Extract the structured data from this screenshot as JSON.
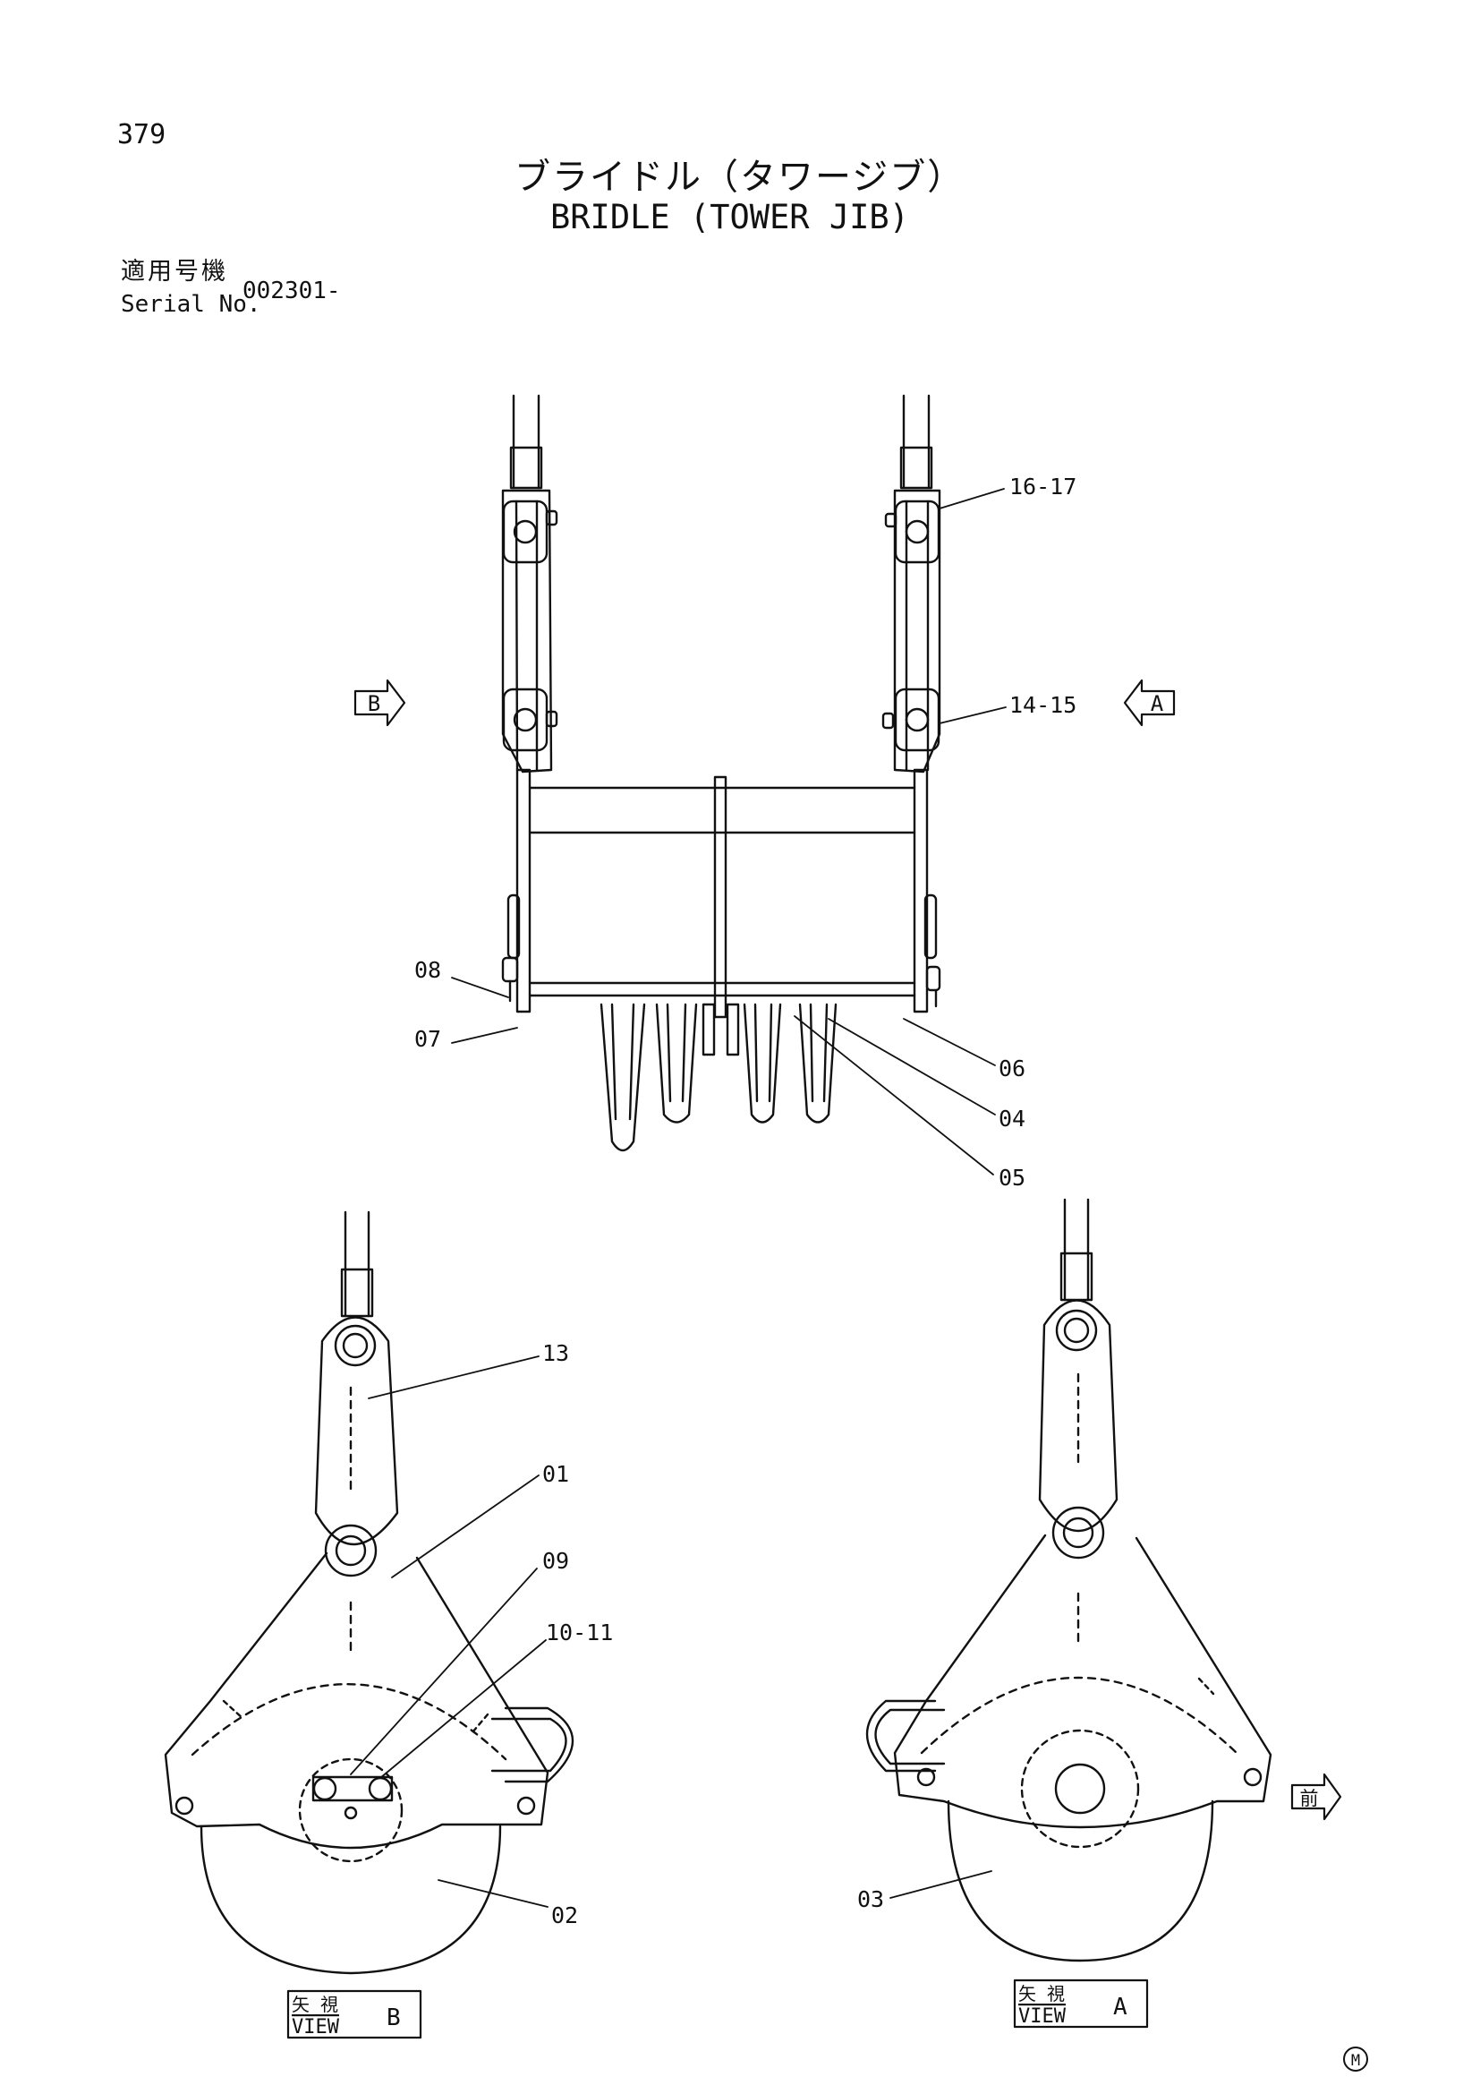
{
  "page_number": "379",
  "title_jp": "ブライドル（タワージブ）",
  "title_en": "BRIDLE (TOWER JIB)",
  "serial": {
    "label_jp": "適用号機",
    "label_en": "Serial No.",
    "value": "002301-"
  },
  "part_labels": {
    "p16_17": "16-17",
    "p14_15": "14-15",
    "p08": "08",
    "p07": "07",
    "p06": "06",
    "p04": "04",
    "p05": "05",
    "p13": "13",
    "p01": "01",
    "p09": "09",
    "p10_11": "10-11",
    "p02": "02",
    "p03": "03"
  },
  "arrows": {
    "view_b": "B",
    "view_a": "A",
    "front": "前"
  },
  "view_labels": {
    "b": {
      "jp": "矢 視",
      "en": "VIEW",
      "letter": "B"
    },
    "a": {
      "jp": "矢 視",
      "en": "VIEW",
      "letter": "A"
    }
  },
  "corner_mark": "M"
}
